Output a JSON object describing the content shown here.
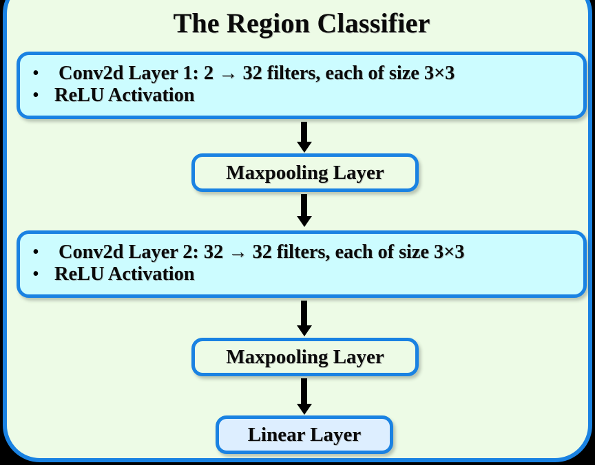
{
  "diagram": {
    "title": "The Region Classifier",
    "colors": {
      "background": "#000000",
      "panel_fill": "#edfbe6",
      "panel_border": "#1a82e2",
      "conv_fill": "#ccfcff",
      "pool_fill": "#edfbe6",
      "linear_fill": "#ddeeff",
      "text": "#0b0b0b",
      "arrow": "#000000"
    },
    "nodes": [
      {
        "id": "conv1",
        "type": "conv-block",
        "bullets": [
          "Conv2d Layer 1: 2 → 32 filters, each of size 3×3",
          "ReLU Activation"
        ]
      },
      {
        "id": "pool1",
        "type": "pool",
        "label": "Maxpooling Layer"
      },
      {
        "id": "conv2",
        "type": "conv-block",
        "bullets": [
          "Conv2d Layer 2: 32 → 32 filters, each of size 3×3",
          "ReLU Activation"
        ]
      },
      {
        "id": "pool2",
        "type": "pool",
        "label": "Maxpooling Layer"
      },
      {
        "id": "linear",
        "type": "linear",
        "label": "Linear Layer"
      }
    ],
    "bullet_glyph": "•",
    "edges": [
      {
        "from": "conv1",
        "to": "pool1"
      },
      {
        "from": "pool1",
        "to": "conv2"
      },
      {
        "from": "conv2",
        "to": "pool2"
      },
      {
        "from": "pool2",
        "to": "linear"
      }
    ]
  }
}
